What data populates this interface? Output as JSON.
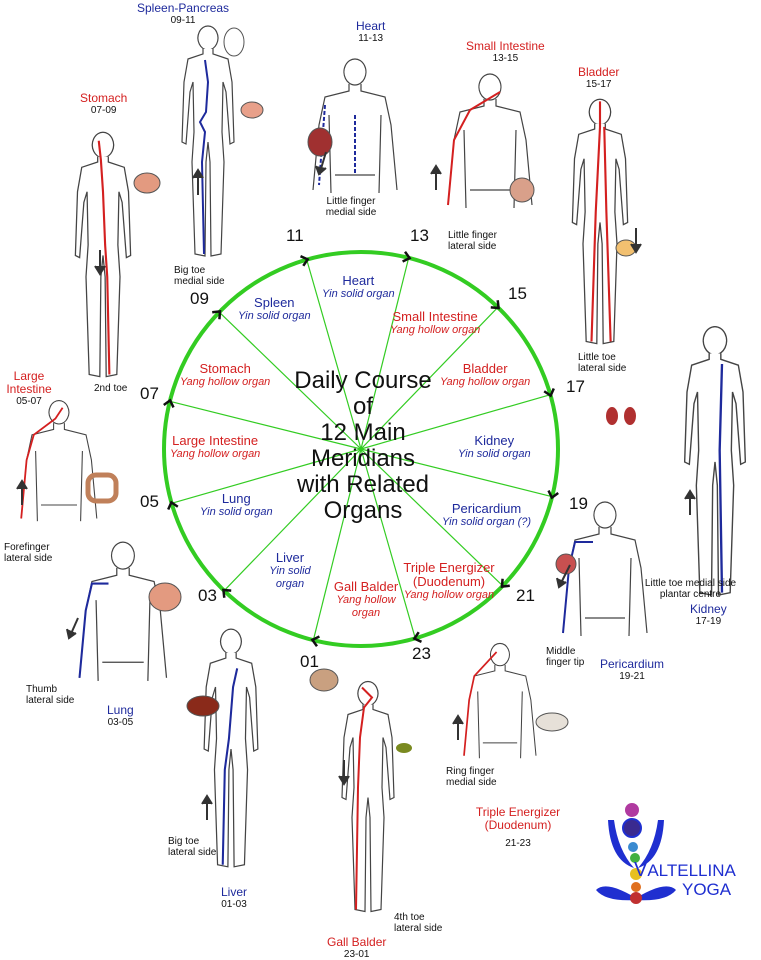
{
  "title": "Daily Course of 12 Main Meridians with Related Organs",
  "title_lines": [
    "Daily Course",
    "of",
    "12 Main",
    "Meridians",
    "with Related",
    "Organs"
  ],
  "hours": [
    "11",
    "13",
    "15",
    "17",
    "19",
    "21",
    "23",
    "01",
    "03",
    "05",
    "07",
    "09"
  ],
  "wheel_organs": [
    {
      "name": "Heart",
      "type": "Yin solid organ"
    },
    {
      "name": "Small Intestine",
      "type": "Yang hollow organ"
    },
    {
      "name": "Bladder",
      "type": "Yang hollow organ"
    },
    {
      "name": "Kidney",
      "type": "Yin solid organ"
    },
    {
      "name": "Pericardium",
      "type": "Yin solid organ (?)"
    },
    {
      "name": "Triple Energizer (Duodenum)",
      "type": "Yang hollow organ"
    },
    {
      "name": "Gall Balder",
      "type": "Yang hollow organ"
    },
    {
      "name": "Liver",
      "type": "Yin solid organ"
    },
    {
      "name": "Lung",
      "type": "Yin solid organ"
    },
    {
      "name": "Large Intestine",
      "type": "Yang hollow organ"
    },
    {
      "name": "Stomach",
      "type": "Yang hollow organ"
    },
    {
      "name": "Spleen",
      "type": "Yin solid organ"
    }
  ],
  "meridians": [
    {
      "name": "Spleen-Pancreas",
      "time": "09-11",
      "point": "Big toe medial side"
    },
    {
      "name": "Heart",
      "time": "11-13",
      "point": "Little finger medial side"
    },
    {
      "name": "Small Intestine",
      "time": "13-15",
      "point": "Little finger lateral side"
    },
    {
      "name": "Bladder",
      "time": "15-17",
      "point": "Little toe lateral side"
    },
    {
      "name": "Kidney",
      "time": "17-19",
      "point": "Little toe medial side plantar centre"
    },
    {
      "name": "Pericardium",
      "time": "19-21",
      "point": "Middle finger tip"
    },
    {
      "name": "Triple Energizer (Duodenum)",
      "time": "21-23",
      "point": "Ring finger medial side"
    },
    {
      "name": "Gall Balder",
      "time": "23-01",
      "point": "4th toe lateral side"
    },
    {
      "name": "Liver",
      "time": "01-03",
      "point": "Big toe lateral side"
    },
    {
      "name": "Lung",
      "time": "03-05",
      "point": "Thumb lateral side"
    },
    {
      "name": "Large Intestine",
      "time": "05-07",
      "point": "Forefinger lateral side"
    },
    {
      "name": "Stomach",
      "time": "07-09",
      "point": "2nd toe"
    }
  ],
  "logo": {
    "line1": "ALTELLINA",
    "line2": "YOGA",
    "initial": "V"
  },
  "colors": {
    "yin": "#1e2a9c",
    "yang": "#d42020",
    "wheel": "#33cc22"
  }
}
